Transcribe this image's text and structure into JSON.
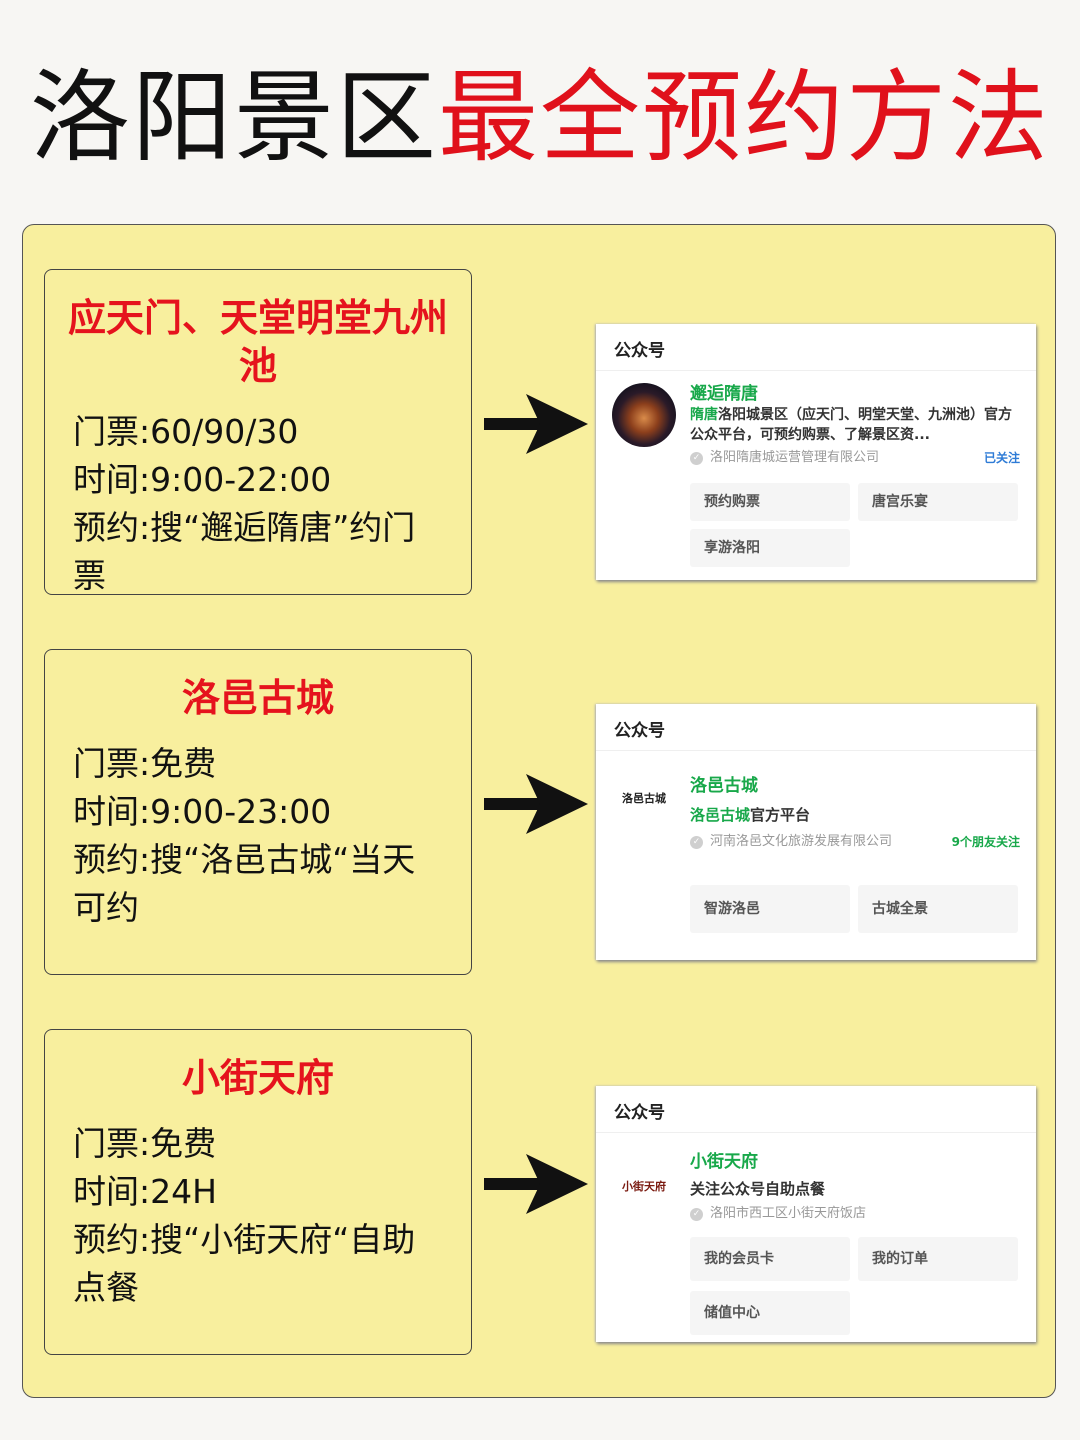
{
  "title": {
    "part1": "洛阳景区",
    "part2": "最全预约方法",
    "part3": "方法"
  },
  "sections": [
    {
      "name": "应天门、天堂明堂九州池",
      "lines": [
        "门票:60/90/30",
        "时间:9:00-22:00",
        "预约:搜“邂逅隋唐”约门票"
      ],
      "card": {
        "header": "公众号",
        "account": "邂逅隋唐",
        "desc_highlight": "隋唐",
        "desc": "洛阳城景区（应天门、明堂天堂、九洲池）官方公众平台，可预约购票、了解景区资...",
        "company": "洛阳隋唐城运营管理有限公司",
        "follow": "已关注",
        "menus": [
          "预约购票",
          "唐宫乐宴",
          "享游洛阳"
        ]
      }
    },
    {
      "name": "洛邑古城",
      "lines": [
        "门票:免费",
        "时间:9:00-23:00",
        "预约:搜“洛邑古城“当天可约"
      ],
      "card": {
        "header": "公众号",
        "logo_text": "洛邑古城",
        "account": "洛邑古城",
        "desc_highlight": "洛邑古城",
        "desc": "官方平台",
        "company": "河南洛邑文化旅游发展有限公司",
        "follow": "9个朋友关注",
        "menus": [
          "智游洛邑",
          "古城全景"
        ]
      }
    },
    {
      "name": "小街天府",
      "lines": [
        "门票:免费",
        "时间:24H",
        "预约:搜“小街天府“自助点餐"
      ],
      "card": {
        "header": "公众号",
        "logo_text": "小街天府",
        "account": "小街天府",
        "desc": "关注公众号自助点餐",
        "company": "洛阳市西工区小街天府饭店",
        "menus": [
          "我的会员卡",
          "我的订单",
          "储值中心"
        ]
      }
    }
  ],
  "colors": {
    "accent_red": "#e5131d",
    "panel_yellow": "#f8ef9e",
    "wechat_green": "#18a84a",
    "follow_blue": "#2e7bd6"
  }
}
